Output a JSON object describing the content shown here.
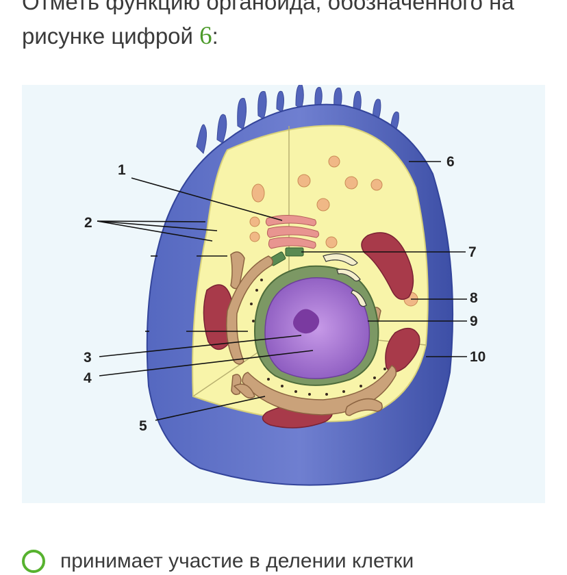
{
  "question": {
    "text": "Отметь функцию органоида, обозначенного на рисунке цифрой ",
    "number": "6",
    "suffix": ":"
  },
  "figure": {
    "labels": {
      "l1": "1",
      "l2": "2",
      "l3": "3",
      "l4": "4",
      "l5": "5",
      "l6": "6",
      "l7": "7",
      "l8": "8",
      "l9": "9",
      "l10": "10"
    }
  },
  "options": [
    {
      "text": "принимает участие в делении клетки"
    }
  ],
  "colors": {
    "membrane": "#4a5db3",
    "cytoplasm": "#f8f4a9",
    "accent_green": "#57b22f",
    "mitochondria": "#a83a4a",
    "nucleus": "#9b67c9"
  }
}
